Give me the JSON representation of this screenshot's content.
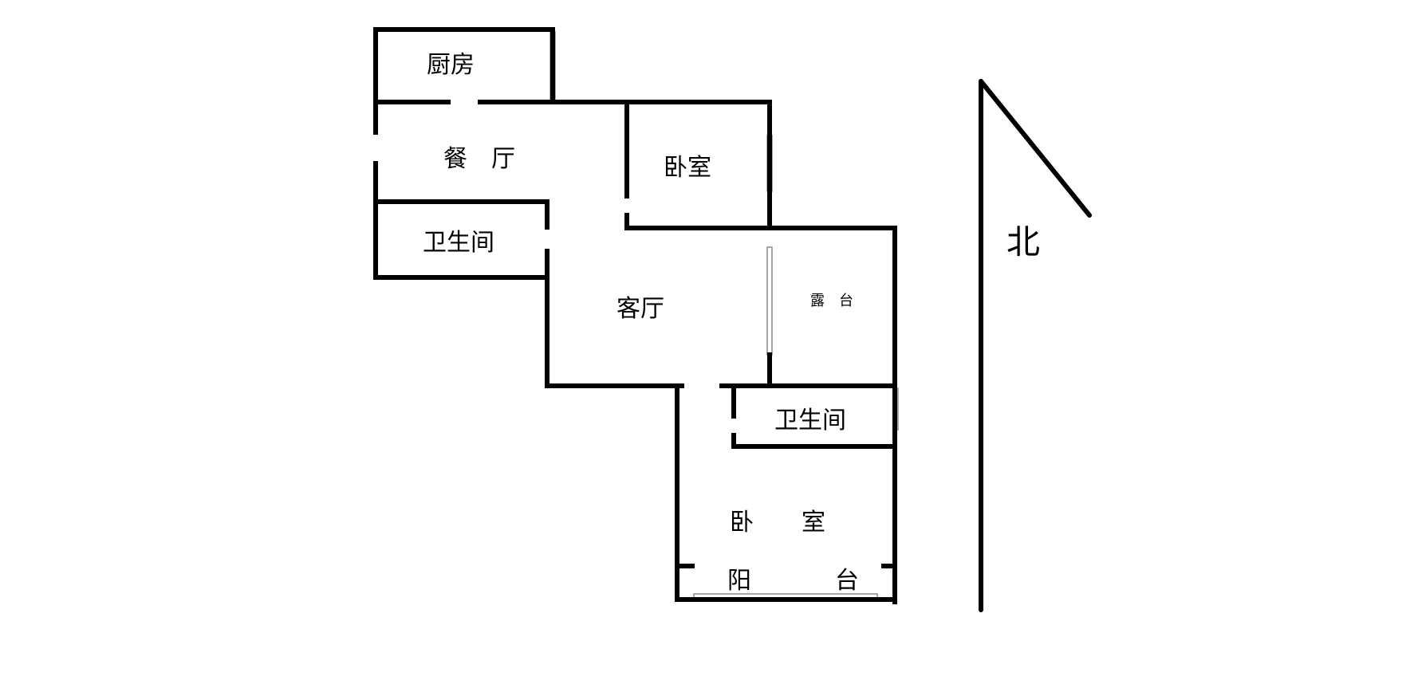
{
  "rooms": {
    "kitchen": "厨房",
    "dining": "餐　厅",
    "bedroom_1": "卧室",
    "bathroom_1": "卫生间",
    "living": "客厅",
    "terrace": "露　台",
    "bathroom_2": "卫生间",
    "bedroom_2": "卧　　室",
    "balcony_left": "阳",
    "balcony_right": "台"
  },
  "compass": {
    "north_label": "北"
  },
  "colors": {
    "wall": "#000000",
    "window": "#8a8a8a",
    "background": "#ffffff"
  }
}
